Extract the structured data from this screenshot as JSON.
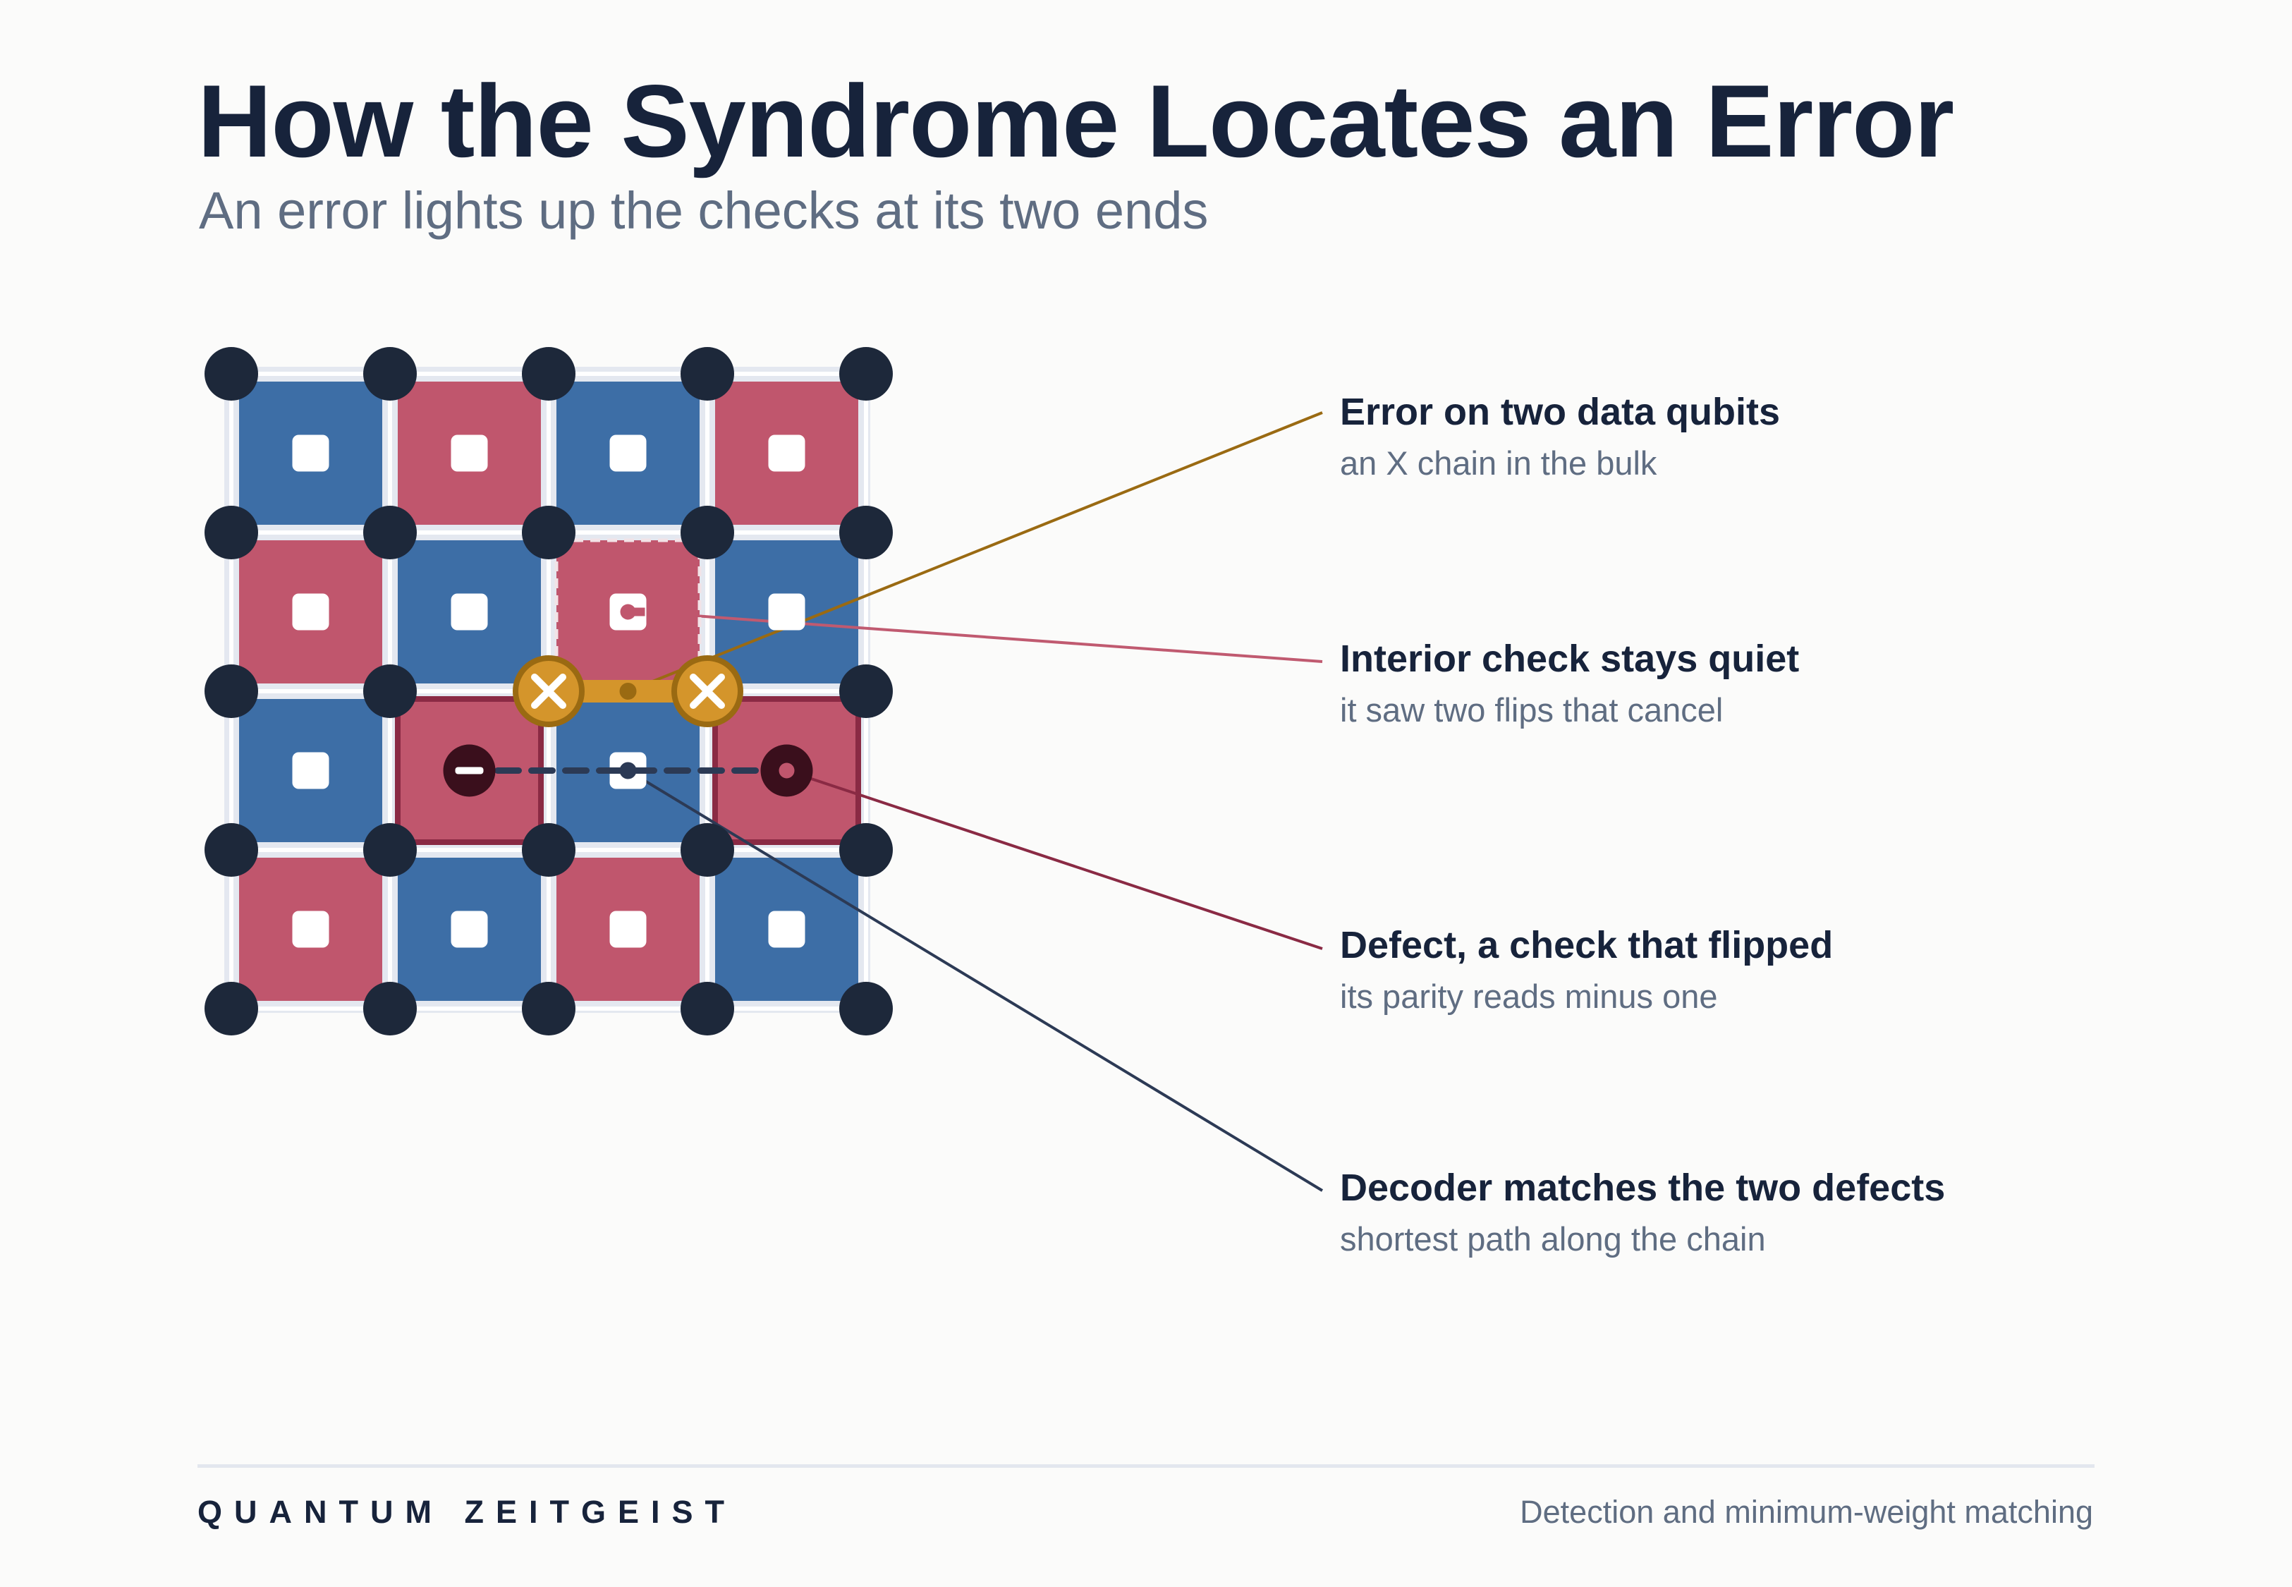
{
  "header": {
    "title": "How the Syndrome Locates an Error",
    "subtitle": "An error lights up the checks at its two ends"
  },
  "lattice": {
    "rows": 4,
    "cols": 4,
    "plaquettes": [
      [
        "blue",
        "red",
        "blue",
        "red"
      ],
      [
        "red",
        "blue",
        "red",
        "blue"
      ],
      [
        "blue",
        "red",
        "blue",
        "red"
      ],
      [
        "red",
        "blue",
        "red",
        "blue"
      ]
    ],
    "defect_checks": [
      [
        2,
        1
      ],
      [
        2,
        3
      ]
    ],
    "quiet_check": [
      1,
      2
    ],
    "error_qubits": [
      [
        2,
        2
      ],
      [
        2,
        3
      ]
    ]
  },
  "callouts": [
    {
      "title": "Error on two data qubits",
      "subtitle": "an X chain in the bulk",
      "color": "#9a6a12"
    },
    {
      "title": "Interior check stays quiet",
      "subtitle": "it saw two flips that cancel",
      "color": "#c05a70"
    },
    {
      "title": "Defect, a check that flipped",
      "subtitle": "its parity reads minus one",
      "color": "#8a2a44"
    },
    {
      "title": "Decoder matches the two defects",
      "subtitle": "shortest path along the chain",
      "color": "#2c3a55"
    }
  ],
  "colors": {
    "blue_check": "#3d6ea6",
    "red_check": "#c0566d",
    "defect_fill": "#3a0f1c",
    "error_qubit": "#d4952b",
    "data_qubit": "#1d283a",
    "text_dark": "#17233b",
    "text_muted": "#5f6d82"
  },
  "footer": {
    "brand": "QUANTUM ZEITGEIST",
    "tagline": "Detection and minimum-weight matching"
  }
}
